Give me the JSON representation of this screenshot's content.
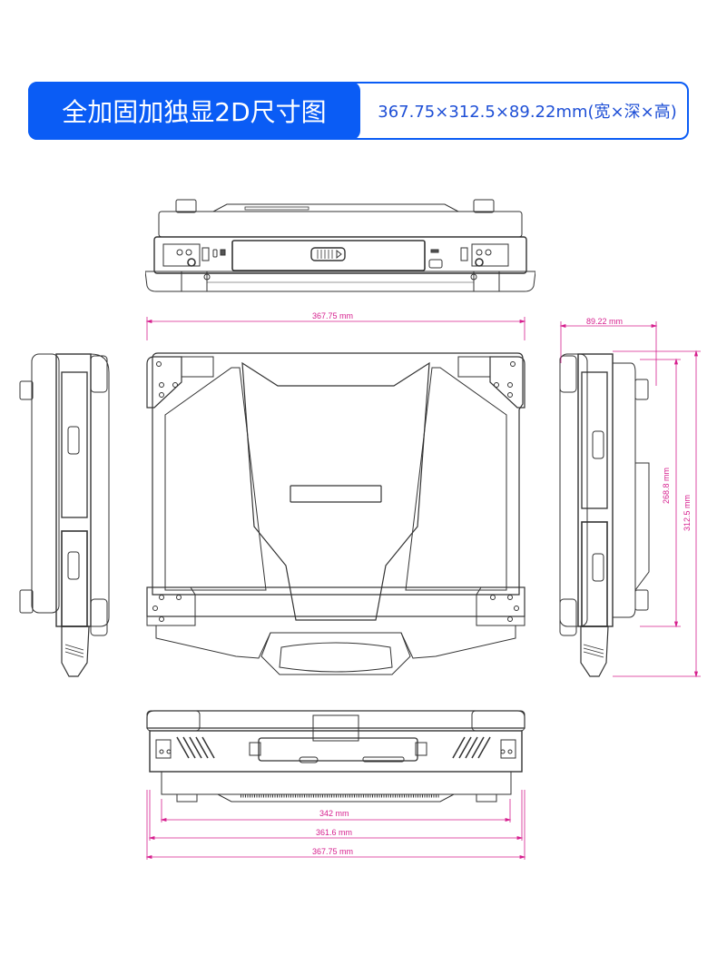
{
  "header": {
    "title": "全加固加独显2D尺寸图",
    "dimensions": "367.75×312.5×89.22mm(宽×深×高)"
  },
  "colors": {
    "brand_blue": "#0a5cf5",
    "dims_text_blue": "#1e4fd6",
    "dimension_magenta": "#d61f8e",
    "line_drawing": "#333333"
  },
  "views": {
    "front": {
      "label": "front-view"
    },
    "top": {
      "label": "top-view",
      "width_dim": "367.75 mm"
    },
    "left": {
      "label": "left-side-view"
    },
    "right": {
      "label": "right-side-view",
      "height_dim": "89.22 mm",
      "inner_depth_dim": "268.8 mm",
      "depth_dim": "312.5 mm"
    },
    "rear": {
      "label": "rear-view",
      "dims": [
        "342 mm",
        "361.6 mm",
        "367.75 mm"
      ]
    }
  }
}
